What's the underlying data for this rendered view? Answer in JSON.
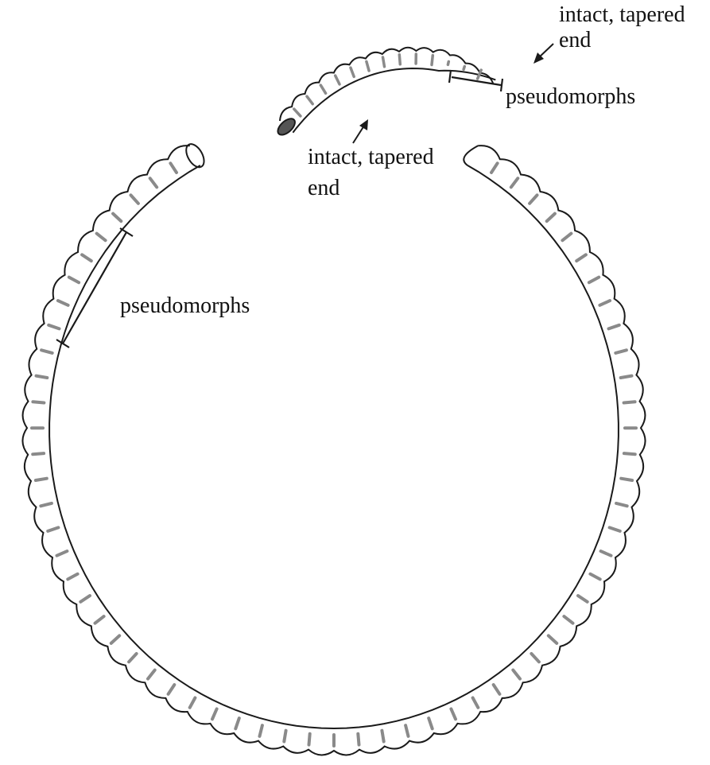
{
  "labels": {
    "upper_end_line1": "intact, tapered",
    "upper_end_line2": "end",
    "lower_end_line1": "intact, tapered",
    "lower_end_line2": "end",
    "pseudomorphs_upper": "pseudomorphs",
    "pseudomorphs_left": "pseudomorphs"
  },
  "colors": {
    "ink": "#1a1a1a",
    "shading": "#8a8a8a",
    "background": "#ffffff"
  }
}
